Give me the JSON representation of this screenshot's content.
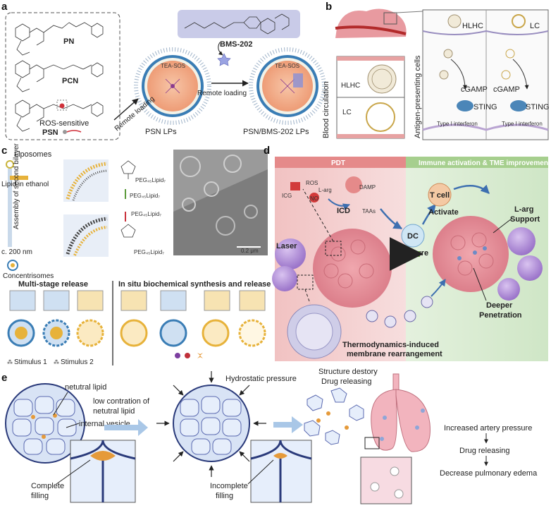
{
  "panels": {
    "a": {
      "label": "a",
      "molecules": [
        "PN",
        "PCN",
        "ROS-sensitive",
        "PSN"
      ],
      "drug": "BMS-202",
      "core": "TEA-SOS",
      "remote_loading": "Remote loading",
      "remote_loading_2": "Remote loading",
      "product_1": "PSN LPs",
      "product_2": "PSN/BMS-202 LPs"
    },
    "b": {
      "label": "b",
      "blood_circulation": "Blood circulation",
      "apc": "Antigen-presenting cells",
      "hlhc": "HLHC",
      "lc": "LC",
      "hlhc_2": "HLHC",
      "lc_2": "LC",
      "cgamp": "cGAMP",
      "cgamp_2": "cGAMP",
      "sting": "STING",
      "sting_2": "STING",
      "interferon": "Type I interferon",
      "interferon_2": "Type I interferon"
    },
    "c": {
      "label": "c",
      "liposomes": "Liposomes",
      "lipid_ethanol": "Lipid in ethanol",
      "assembly": "Assembly of second bilayer",
      "size": "c. 200 nm",
      "concentrisomes": "Concentrisomes",
      "peg_1": "PEG₄₅Lipid₇",
      "peg_2": "PEG₄₅Lipid₇",
      "peg_3": "PEG₄₅Lipid₇",
      "peg_4": "PEG₄₅Lipid₇",
      "multi_stage": "Multi-stage release",
      "in_situ": "In situ biochemical synthesis and release",
      "stimulus_1": "Stimulus 1",
      "stimulus_2": "Stimulus 2",
      "scale_bar": "0.2 μm"
    },
    "d": {
      "label": "d",
      "pdt": "PDT",
      "immune": "Immune activation & TME improvement",
      "laser": "Laser",
      "icg": "ICG",
      "ros": "ROS",
      "larg": "L-arg",
      "no": "NO",
      "damp": "DAMP",
      "icd": "ICD",
      "taas": "TAAs",
      "dc": "DC",
      "mature": "Mature",
      "tcell": "T cell",
      "activate": "Activate",
      "larg_support": "L-arg Support",
      "deeper": "Deeper Penetration",
      "thermo": "Thermodynamics-induced membrane rearrangement"
    },
    "e": {
      "label": "e",
      "neutral_lipid": "netutral lipid",
      "low_contraction": "low contration of netutral lipid",
      "internal_vesicle": "internal vesicle",
      "complete": "Complete filling",
      "hydrostatic": "Hydrostatic pressure",
      "incomplete": "Incomplete filling",
      "structure": "Structure destory",
      "drug_releasing": "Drug releasing",
      "artery": "Increased artery pressure",
      "drug_releasing_2": "Drug releasing",
      "edema": "Decrease pulmonary edema"
    }
  },
  "colors": {
    "lipo_core": "#f3a98a",
    "lipo_shell": "#e07b55",
    "pdt_bg": "#f6d3d3",
    "immune_bg": "#d8ecd2",
    "tumor": "#e9909a",
    "vesicle": "#cfe0f7",
    "lung": "#f2b4be",
    "arrow": "#9bbde0",
    "orange": "#e59a3a"
  }
}
